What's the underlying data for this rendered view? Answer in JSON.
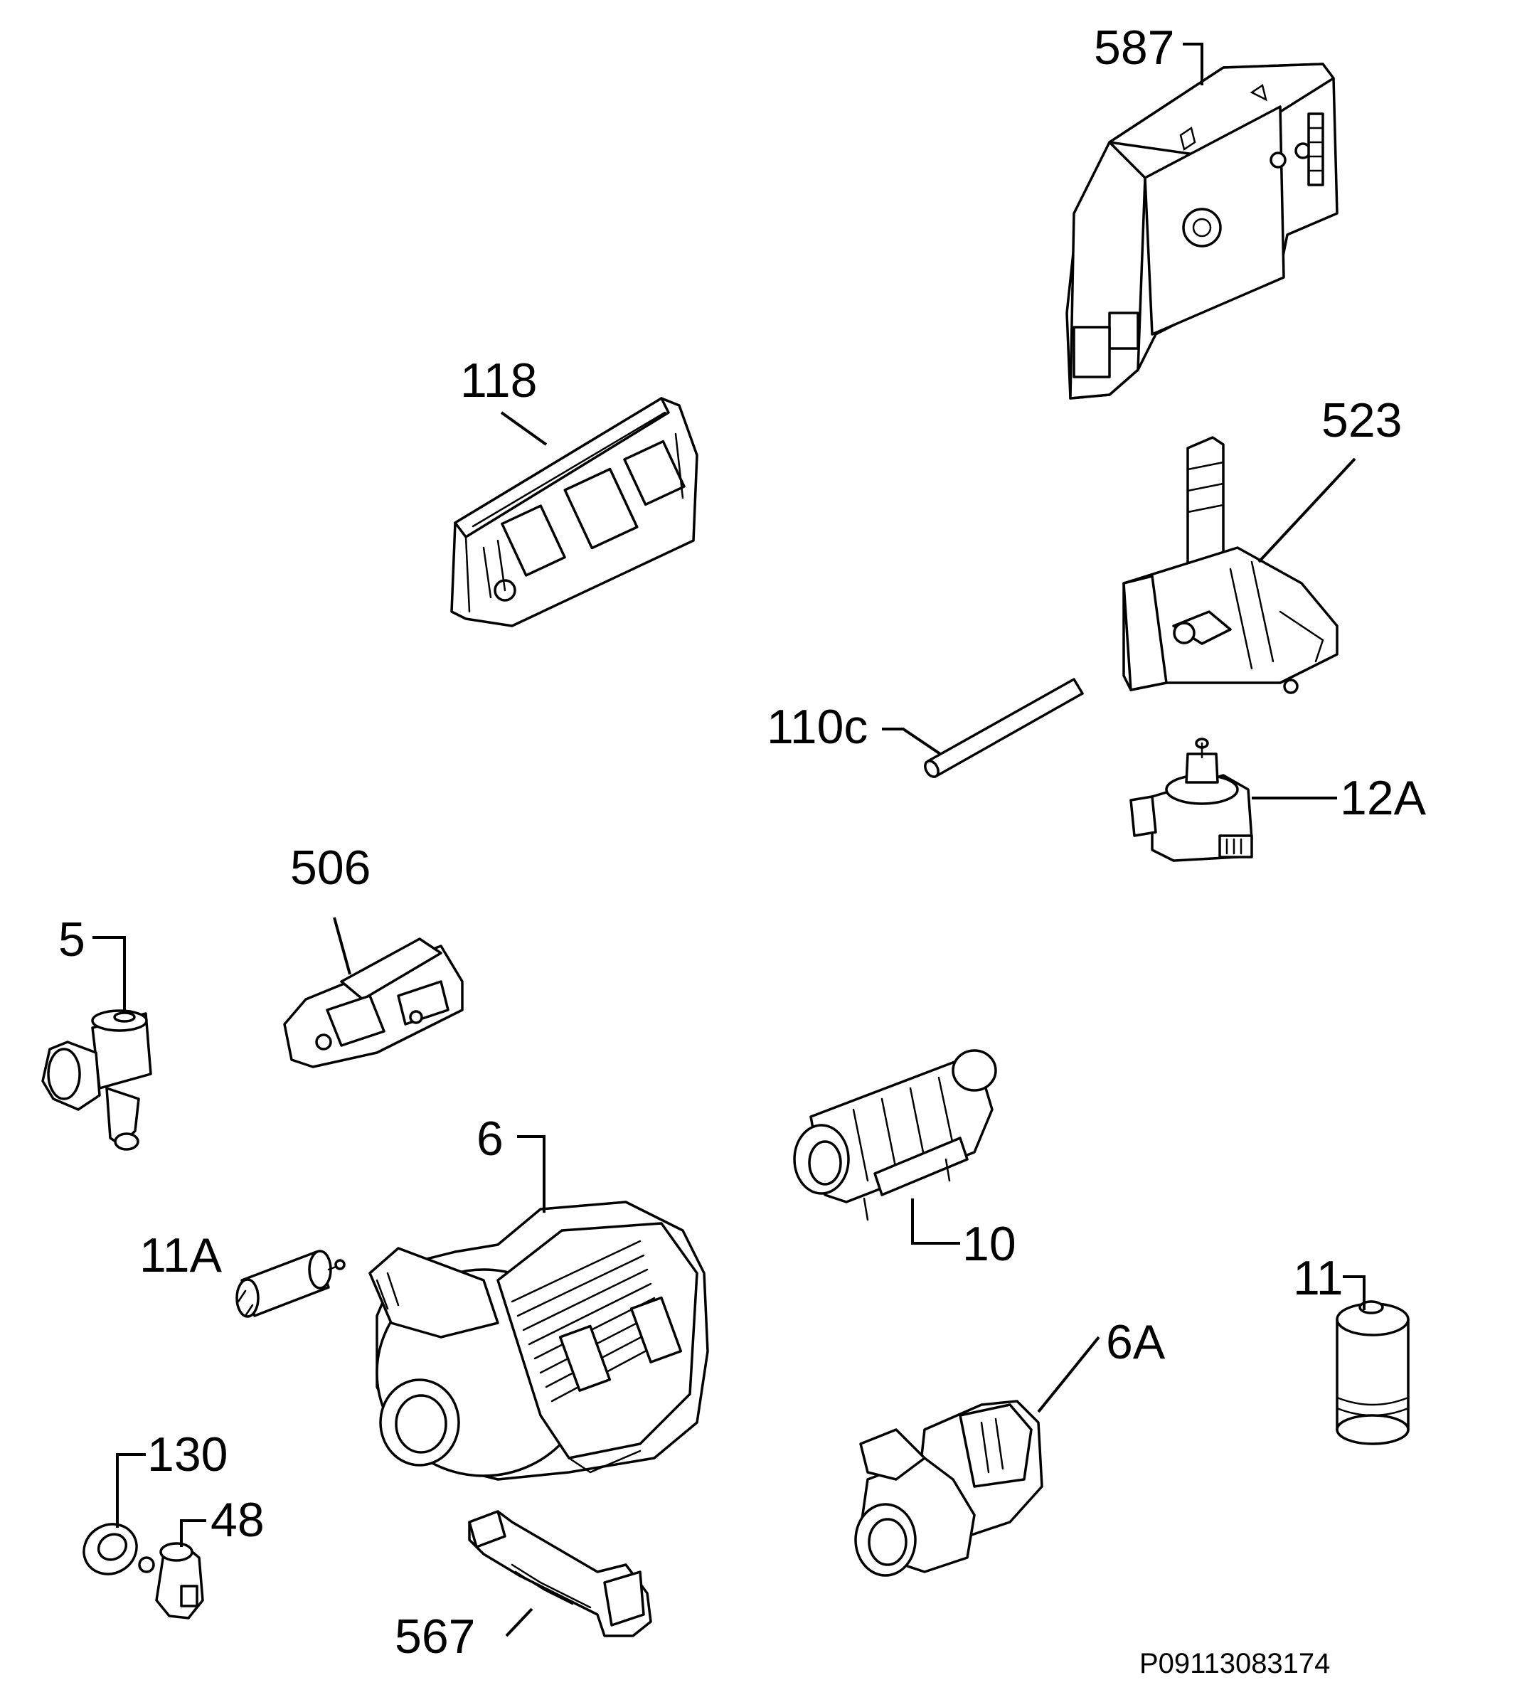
{
  "diagram": {
    "reference_code": "P09113083174",
    "parts": [
      {
        "id": "587",
        "label": "587",
        "icon": "electronic-module-icon"
      },
      {
        "id": "118",
        "label": "118",
        "icon": "control-board-icon"
      },
      {
        "id": "523",
        "label": "523",
        "icon": "level-sensor-bracket-icon"
      },
      {
        "id": "110c",
        "label": "110c",
        "icon": "hose-pipe-icon"
      },
      {
        "id": "12a",
        "label": "12A",
        "icon": "pressure-switch-icon"
      },
      {
        "id": "506",
        "label": "506",
        "icon": "door-switch-icon"
      },
      {
        "id": "5",
        "label": "5",
        "icon": "inlet-valve-icon"
      },
      {
        "id": "6",
        "label": "6",
        "icon": "circulation-pump-icon"
      },
      {
        "id": "10",
        "label": "10",
        "icon": "heater-element-icon"
      },
      {
        "id": "11a",
        "label": "11A",
        "icon": "capacitor-icon"
      },
      {
        "id": "11",
        "label": "11",
        "icon": "capacitor-icon"
      },
      {
        "id": "6a",
        "label": "6A",
        "icon": "drain-pump-icon"
      },
      {
        "id": "130",
        "label": "130",
        "icon": "gasket-ring-icon"
      },
      {
        "id": "48",
        "label": "48",
        "icon": "sensor-plug-icon"
      },
      {
        "id": "567",
        "label": "567",
        "icon": "pump-bracket-icon"
      }
    ]
  }
}
